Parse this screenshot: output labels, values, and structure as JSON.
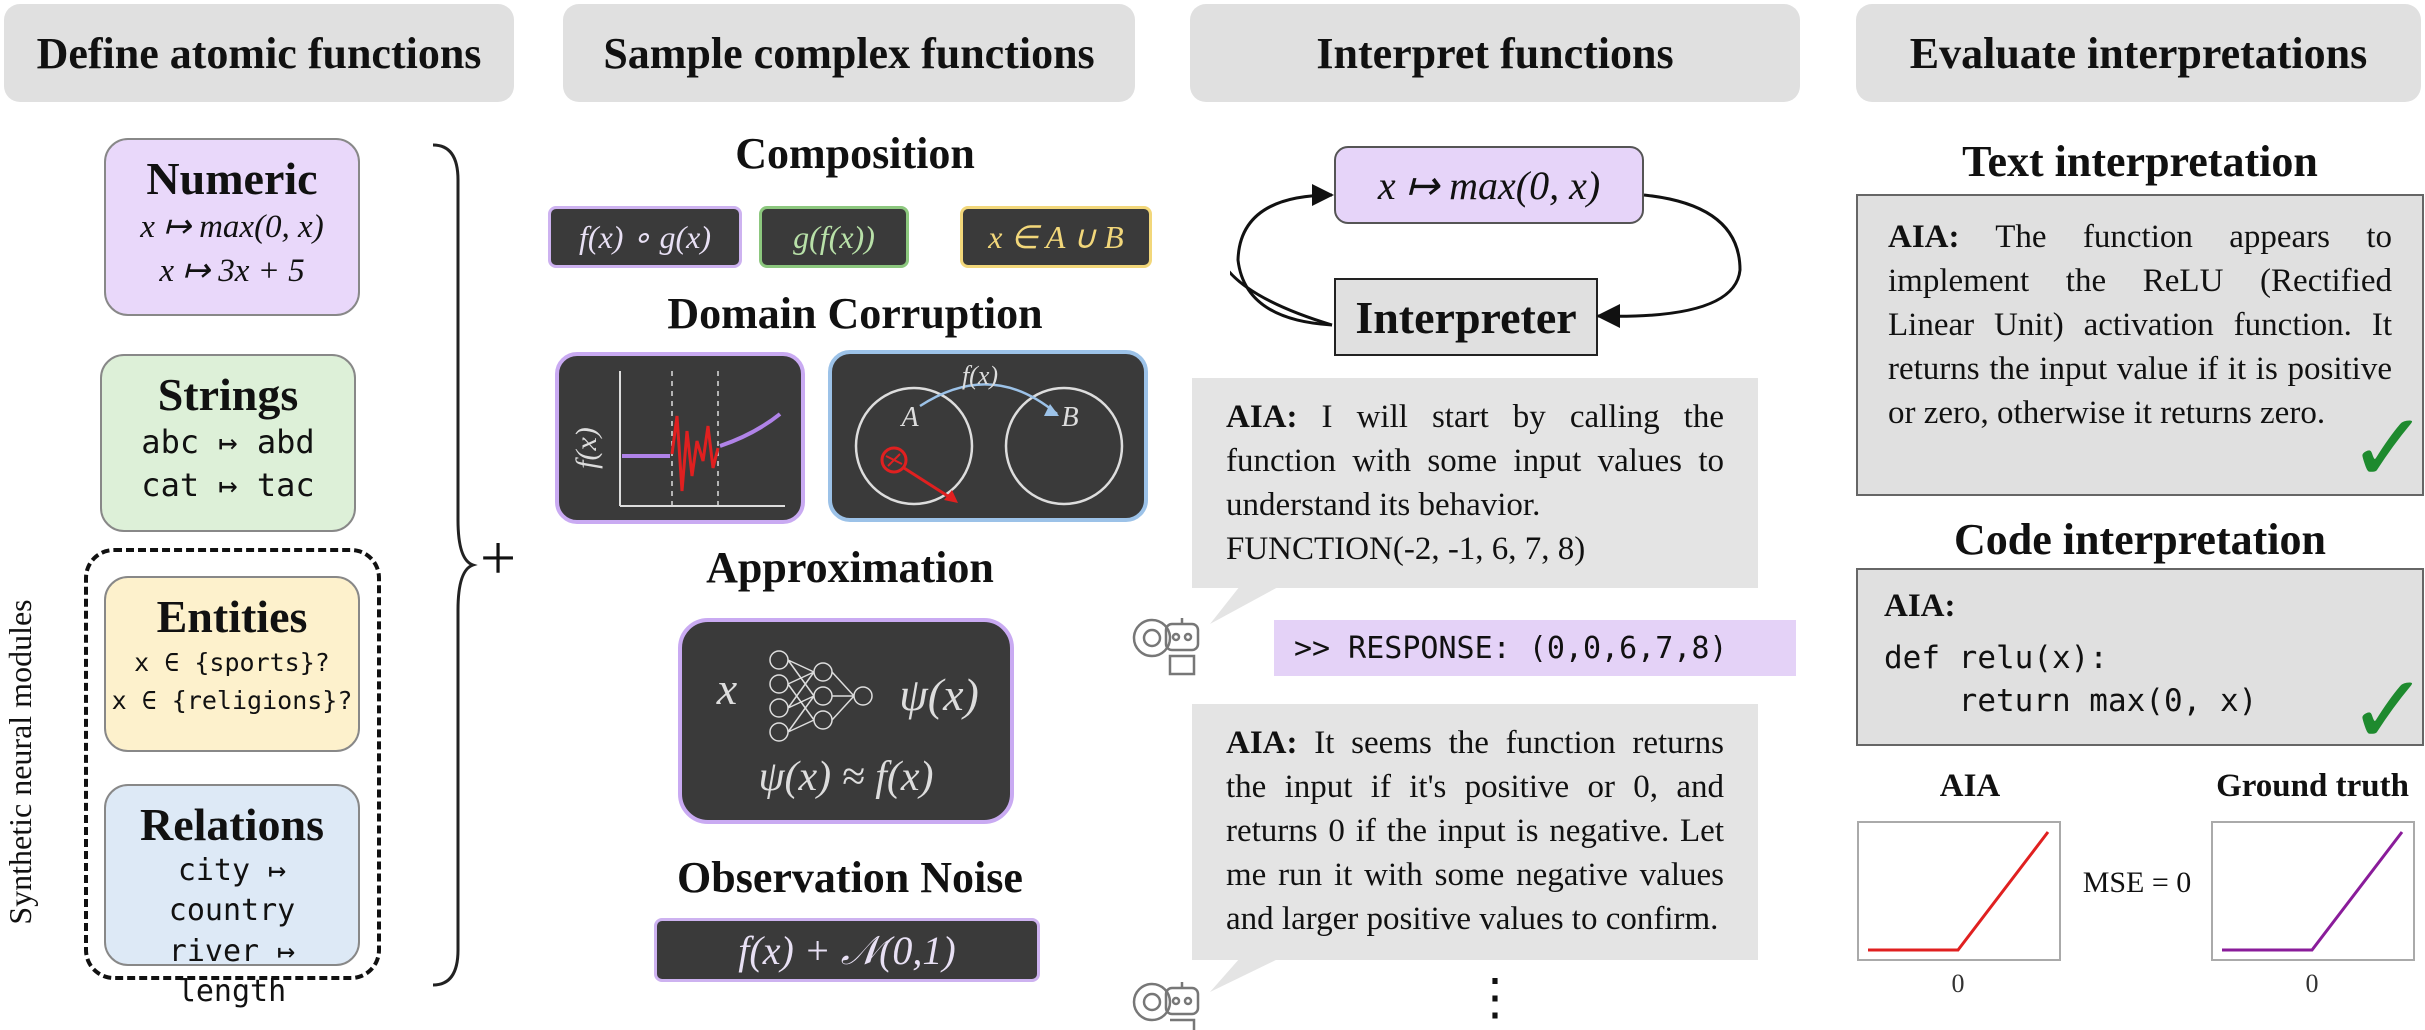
{
  "headers": {
    "define": "Define atomic functions",
    "sample": "Sample complex functions",
    "interpret": "Interpret functions",
    "evaluate": "Evaluate interpretations"
  },
  "atomic": {
    "numeric": {
      "title": "Numeric",
      "line1": "x ↦ max(0, x)",
      "line2": "x ↦ 3x + 5",
      "color": "#e9d8fa"
    },
    "strings": {
      "title": "Strings",
      "line1": "abc ↦ abd",
      "line2": "cat ↦ tac",
      "color": "#ddf0d8"
    },
    "entities": {
      "title": "Entities",
      "line1": "x ∈ {sports}?",
      "line2": "x ∈ {religions}?",
      "color": "#fdf1cc"
    },
    "relations": {
      "title": "Relations",
      "line1": "city ↦ country",
      "line2": "river ↦ length",
      "color": "#dde9f6"
    },
    "side_label": "Synthetic neural modules",
    "plus": "+"
  },
  "complex": {
    "composition_title": "Composition",
    "comp1": "f(x) ∘ g(x)",
    "comp2": "g(f(x))",
    "comp3": "x ∈ A ∪ B",
    "domain_title": "Domain Corruption",
    "domain_fx": "f(x)",
    "domain_A": "A",
    "domain_B": "B",
    "domain_arrow": "f(x)",
    "approx_title": "Approximation",
    "approx_x": "x",
    "approx_psi": "ψ(x)",
    "approx_eq": "ψ(x) ≈ f(x)",
    "noise_title": "Observation Noise",
    "noise_expr": "f(x) + 𝒩(0,1)"
  },
  "interpret": {
    "function": "x ↦ max(0, x)",
    "interpreter": "Interpreter",
    "bubble1_label": "AIA:",
    "bubble1_text": "I will start by calling the function with some input values to understand its behavior.",
    "bubble1_call": "FUNCTION(-2, -1, 6, 7, 8)",
    "response": ">> RESPONSE: (0,0,6,7,8)",
    "bubble2_label": "AIA:",
    "bubble2_text": "It seems the function returns the input if it's positive or 0, and returns 0 if the input is negative. Let me run it with some negative values and larger positive values to confirm.",
    "ellipsis": "⋮"
  },
  "evaluate": {
    "text_title": "Text interpretation",
    "text_label": "AIA:",
    "text_body": "The function appears to implement the ReLU (Rectified Linear Unit) activation function. It returns the input value if it is positive or zero, otherwise it returns zero.",
    "code_title": "Code interpretation",
    "code_label": "AIA:",
    "code_line1": "def relu(x):",
    "code_line2": "    return max(0, x)",
    "plot_aia_title": "AIA",
    "plot_gt_title": "Ground truth",
    "mse": "MSE = 0",
    "tick0": "0",
    "check": "✓",
    "aia_color": "#e02020",
    "gt_color": "#8a1c9a"
  }
}
